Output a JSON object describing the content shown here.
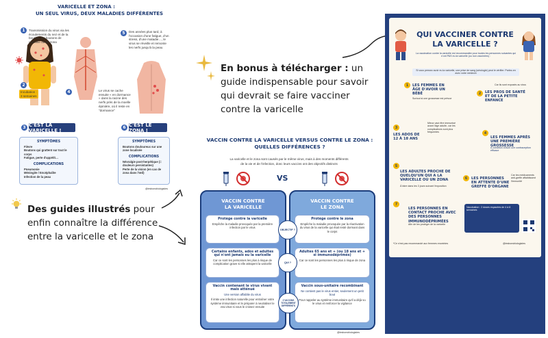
{
  "left_guide": {
    "title_line1": "VARICELLE ET ZONA :",
    "title_line2": "UN SEUL VIRUS, DEUX MALADIES DIFFÉRENTES",
    "step1": "Transmission du virus via les écoulements du nez et de la bouche, les boutons de varicelle ou de zona",
    "step2": "Incubation : 3 semaines",
    "step4": "Le virus se cache ensuite « en dormance » dans la racine des nerfs près de la moelle épinière, où il reste en \"dormance\"",
    "step5": "Des années plus tard, à l'occasion d'une fatigue, d'un stress, d'une maladie…, le virus se réveille et remonte les nerfs jusqu'à la peau",
    "num1": "1",
    "num2": "2",
    "num3": "3",
    "num4": "4",
    "num5": "5",
    "num6": "6",
    "banner_left": "C'EST LA VARICELLE !",
    "banner_right": "C'EST LE ZONA !",
    "varicelle_symptoms_title": "SYMPTÔMES",
    "varicelle_symptoms": [
      "Fièvre",
      "Boutons qui grattent sur tout le corps",
      "Fatigue, perte d'appétit…"
    ],
    "varicelle_complications_title": "COMPLICATIONS",
    "varicelle_complications": [
      "Pneumonie",
      "Méningite / Encéphalite",
      "Infection de la peau"
    ],
    "zona_symptoms_title": "SYMPTÔMES",
    "zona_symptoms": [
      "Boutons douloureux sur une zone localisée"
    ],
    "zona_complications_title": "COMPLICATIONS",
    "zona_complications": [
      "Névralgie post-herpétique (= douleurs persistantes)",
      "Perte de la vision (en cas de zona dans l'œil)"
    ],
    "signature": "@lesbonsbiologistes"
  },
  "bonus": {
    "lead": "En bonus à télécharger :",
    "rest_line1": " un",
    "line2": "guide indispensable pour savoir",
    "line3": "qui devrait se faire vacciner",
    "line4": "contre la varicelle"
  },
  "guides_text": {
    "lead": "Des guides illustrés",
    "rest_line1": " pour",
    "line2": "enfin connaître la différence",
    "line3": "entre la varicelle et le zona"
  },
  "vaccine_compare": {
    "title_line1": "VACCIN CONTRE LA VARICELLE VERSUS CONTRE LE ZONA :",
    "title_line2": "QUELLES DIFFÉRENCES ?",
    "intro_line1": "La varicelle et le zona sont causés par le même virus, mais à des moments différents",
    "intro_line2": "de la vie et de l'infection, donc leurs vaccins ont des objectifs distincts",
    "vs": "VS",
    "left_header_line1": "VACCIN CONTRE",
    "left_header_line2": "LA VARICELLE",
    "right_header_line1": "VACCIN CONTRE",
    "right_header_line2": "LE ZONA",
    "objective_label": "OBJECTIF ?",
    "who_label": "QUI ?",
    "vaccines_label": "2 VACCINS TOTALEMENT DIFFÉRENTS",
    "left_row1_head": "Protège contre la varicelle",
    "left_row1_body": "Empêche la maladie provoquée par la première infection par le virus",
    "right_row1_head": "Protège contre le zona",
    "right_row1_body": "Empêche la maladie provoquée par la réactivation du virus de la varicelle qui était resté dormant dans le corps",
    "left_row2_head": "Certains enfants, ados et adultes qui n'ont jamais eu la varicelle",
    "left_row2_body": "Car ce sont les personnes les plus à risque de complication grave si elle attrapent la varicelle",
    "right_row2_head": "Adultes 65 ans et + (ou 18 ans et + si immunodéprimés)",
    "right_row2_body": "Car ce sont les personnes les plus à risque de zona",
    "left_row3_head": "Vaccin contenant le virus vivant mais atténué",
    "left_row3_note": "Une version affaiblie du virus",
    "left_row3_body": "Il imite une infection naturelle pour entraîner votre système immunitaire et le préparer à neutraliser le vrai virus si vous le croisez ensuite",
    "right_row3_head": "Vaccin sous-unitaire recombinant",
    "right_row3_note": "Ne contient pas le virus entier, seulement un petit bout",
    "right_row3_body": "Pour rappeler au système immunitaire qu'il a déjà vu le virus et renforcer la vigilance",
    "signature": "@lesbonsbiologistes"
  },
  "who_vaccinate": {
    "title_line1": "QUI VACCINER CONTRE",
    "title_line2": "LA VARICELLE ?",
    "intro": "La vaccination contre la varicelle est recommandée pour toutes les personnes suivantes qui n'ont PAS eu la varicelle (ou non vaccinées) :",
    "sub_intro": "Si vous pensez avoir eu la varicelle, une prise de sang (sérologie) peut le vérifier. Parlez-en avec votre médecin",
    "items": [
      {
        "num": "1",
        "title": "LES FEMMES EN ÂGE D'AVOIR UN BÉBÉ",
        "body": "Surtout si une grossesse est prévue"
      },
      {
        "num": "2",
        "title": "LES PROS DE SANTÉ ET DE LA PETITE ENFANCE",
        "body": "Car ils sont exposés au virus"
      },
      {
        "num": "3",
        "title": "LES ADOS DE 12 À 18 ANS",
        "body": "Mieux vaut être immunisé avant l'âge adulte, car les complications sont plus fréquentes"
      },
      {
        "num": "4",
        "title": "LES FEMMES APRÈS UNE PREMIÈRE GROSSESSE",
        "body": "À condition d'avoir une contraception efficace"
      },
      {
        "num": "5",
        "title": "LES ADULTES PROCHE DE QUELQU'UN QUI A LA VARICELLE OU UN ZONA",
        "body": "À faire dans les 3 jours suivant l'exposition"
      },
      {
        "num": "6",
        "title": "LES PERSONNES EN ATTENTE D'UNE GREFFE D'ORGANE",
        "body": "Car les médicaments anti-greffe affaiblissent l'immunité"
      },
      {
        "num": "7",
        "title": "LES PERSONNES EN CONTACT PROCHE AVEC DES PERSONNES IMMUNODÉPRIMÉES",
        "body": "Afin de les protéger de la varicelle"
      }
    ],
    "footer_box": "Vaccination : 2 doses espacées de 4 à 8 semaines",
    "footer_note": "*Ce n'est pas recommandé aux femmes enceintes",
    "signature": "@lesbonsbiologistes"
  }
}
